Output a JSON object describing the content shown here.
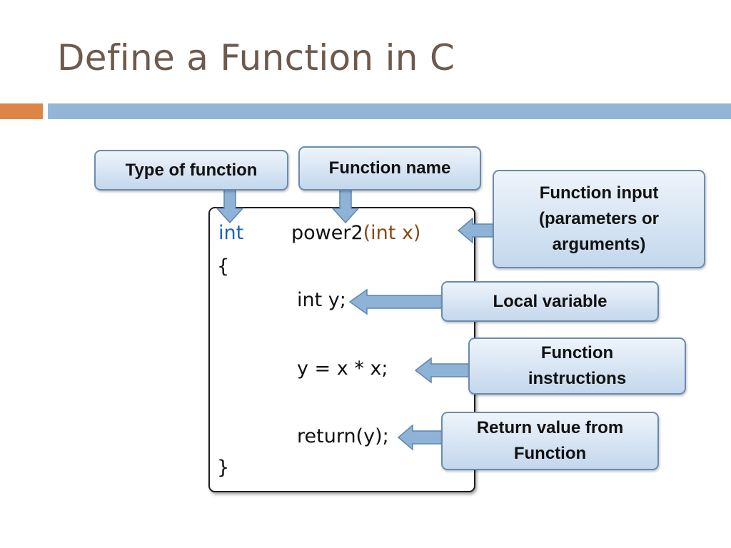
{
  "title": "Define a Function in C",
  "code": {
    "return_type": "int",
    "function_name": "power2",
    "params": "(int x)",
    "open_brace": "{",
    "local_decl": "int y;",
    "instruction": "y = x * x;",
    "return_stmt": "return(y);",
    "close_brace": "}"
  },
  "callouts": {
    "type_of_function": [
      "Type of function"
    ],
    "function_name": [
      "Function name"
    ],
    "function_input": [
      "Function input",
      "(parameters or",
      "arguments)"
    ],
    "local_variable": [
      "Local variable"
    ],
    "function_instructions": [
      "Function",
      "instructions"
    ],
    "return_value": [
      "Return value from",
      "Function"
    ]
  },
  "colors": {
    "title": "#6e5a4c",
    "accent_bar": "#dd8447",
    "main_bar": "#93b6d6",
    "keyword": "#1f63b6",
    "params": "#8a4a16",
    "callout_border": "#6a8bb0",
    "arrow_fill": "#8fb3d6"
  }
}
